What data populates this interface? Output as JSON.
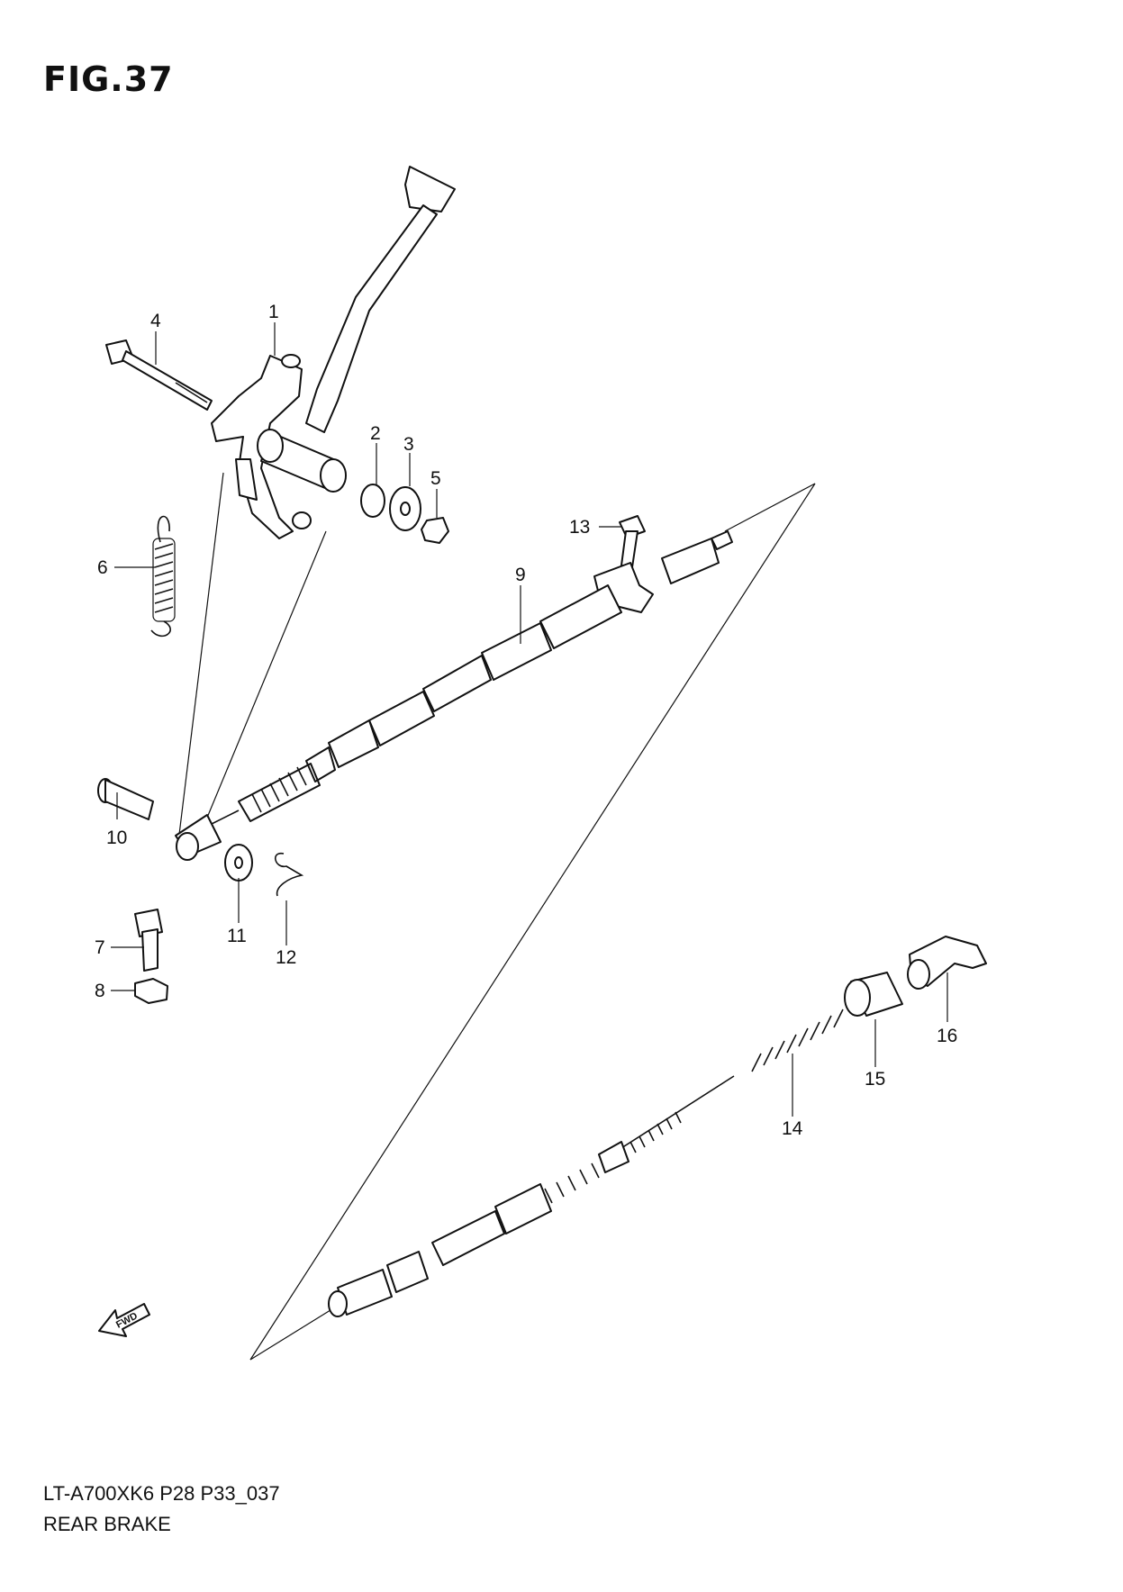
{
  "figure": {
    "title": "FIG.37"
  },
  "footer": {
    "code": "LT-A700XK6 P28 P33_037",
    "name": "REAR BRAKE"
  },
  "callouts": [
    {
      "id": "1",
      "label": "1"
    },
    {
      "id": "2",
      "label": "2"
    },
    {
      "id": "3",
      "label": "3"
    },
    {
      "id": "4",
      "label": "4"
    },
    {
      "id": "5",
      "label": "5"
    },
    {
      "id": "6",
      "label": "6"
    },
    {
      "id": "7",
      "label": "7"
    },
    {
      "id": "8",
      "label": "8"
    },
    {
      "id": "9",
      "label": "9"
    },
    {
      "id": "10",
      "label": "10"
    },
    {
      "id": "11",
      "label": "11"
    },
    {
      "id": "12",
      "label": "12"
    },
    {
      "id": "13",
      "label": "13"
    },
    {
      "id": "14",
      "label": "14"
    },
    {
      "id": "15",
      "label": "15"
    },
    {
      "id": "16",
      "label": "16"
    }
  ],
  "direction_marker": {
    "label": "FWD",
    "icon": "fwd-arrow-icon"
  }
}
